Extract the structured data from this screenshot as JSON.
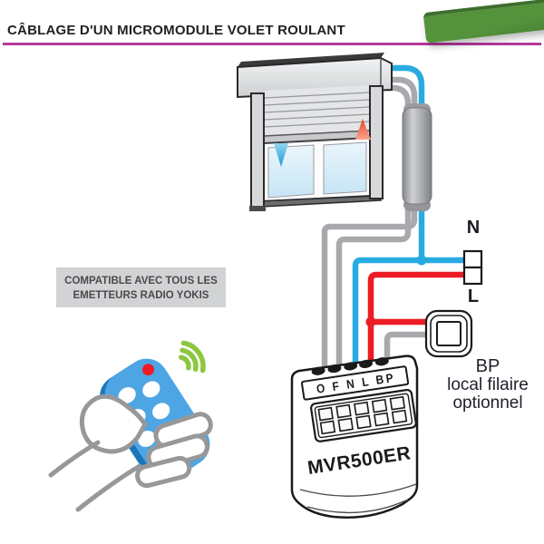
{
  "header": {
    "title": "CÂBLAGE D'UN MICROMODULE VOLET ROULANT"
  },
  "compatibility_note": {
    "line1": "COMPATIBLE AVEC TOUS LES",
    "line2": "EMETTEURS RADIO YOKIS"
  },
  "wiring": {
    "neutral_label": "N",
    "line_label": "L",
    "bp_label": "BP",
    "bp_desc_line1": "local filaire",
    "bp_desc_line2": "optionnel"
  },
  "module": {
    "name": "MVR500ER",
    "terminals_label": "O F N L BP"
  },
  "colors": {
    "wire_blue": "#29abe2",
    "wire_red": "#ed1c24",
    "wire_grey": "#a7a9ac",
    "accent_magenta": "#b5399d",
    "remote_blue": "#4da5e4",
    "radio_green": "#8dc63f",
    "led_red": "#ed1c24",
    "banner_green": "#55923c"
  }
}
